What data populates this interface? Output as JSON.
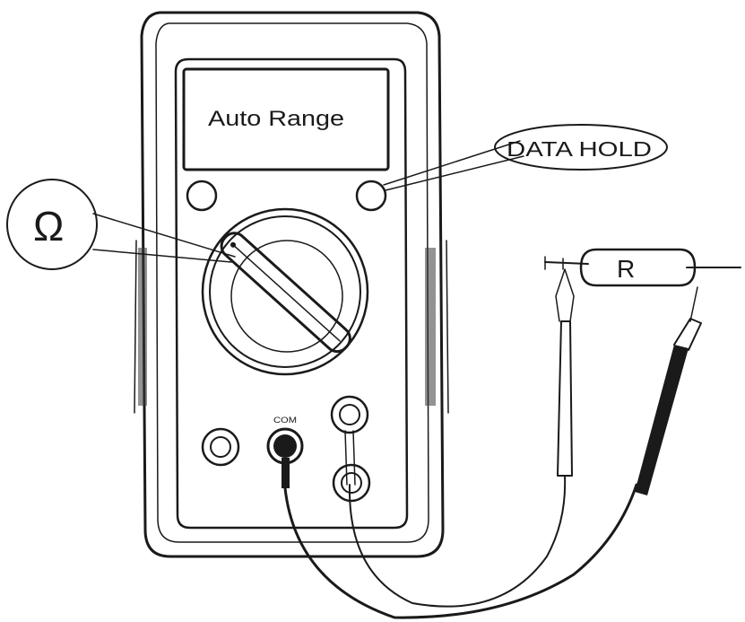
{
  "diagram": {
    "display_text": "Auto Range",
    "callout_hold": "DATA HOLD",
    "callout_ohm": "Ω",
    "resistor_label": "R",
    "jack_com": "COM"
  }
}
